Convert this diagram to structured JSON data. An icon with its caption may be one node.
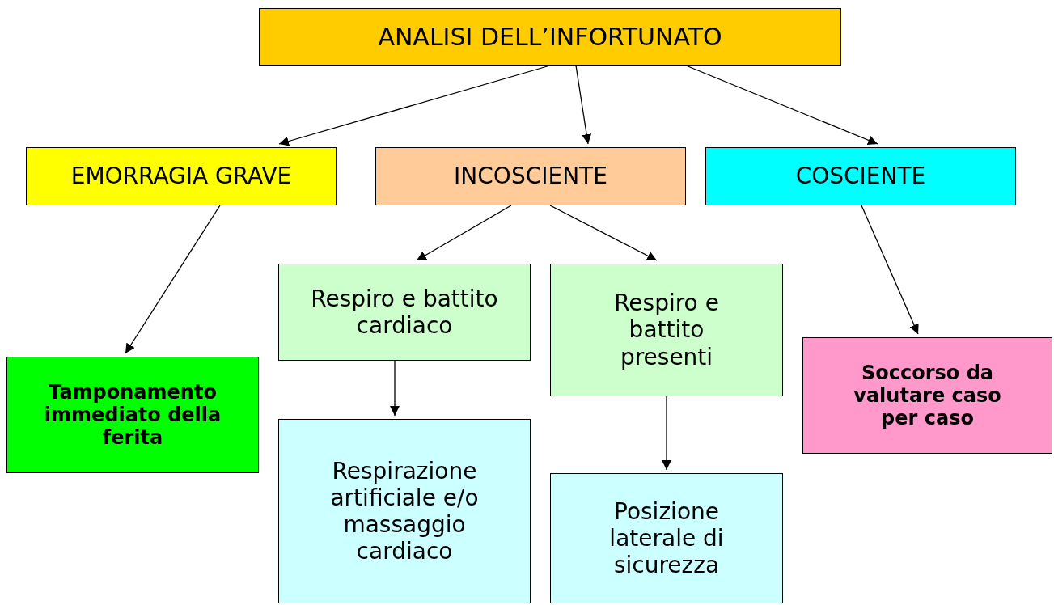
{
  "diagram": {
    "nodes": [
      {
        "text": [
          "ANALISI DELL’INFORTUNATO"
        ]
      },
      {
        "text": [
          "EMORRAGIA GRAVE"
        ]
      },
      {
        "text": [
          "INCOSCIENTE"
        ]
      },
      {
        "text": [
          "COSCIENTE"
        ]
      },
      {
        "text": [
          "Tamponamento immediato della ferita"
        ]
      },
      {
        "text": [
          "Respiro e battito cardiaco"
        ]
      },
      {
        "text": [
          "Respiro e battito presenti"
        ]
      },
      {
        "text": [
          "Soccorso da valutare caso per caso"
        ]
      },
      {
        "text": [
          "Respirazione artificiale e/o massaggio cardiaco"
        ]
      },
      {
        "text": [
          "Posizione laterale di sicurezza"
        ]
      }
    ],
    "edges": [
      {
        "from": 0,
        "to": 1,
        "arrow": "to"
      },
      {
        "from": 0,
        "to": 2,
        "arrow": "to"
      },
      {
        "from": 0,
        "to": 3,
        "arrow": "to"
      },
      {
        "from": 1,
        "to": 4,
        "arrow": "to"
      },
      {
        "from": 2,
        "to": 5,
        "arrow": "to"
      },
      {
        "from": 2,
        "to": 6,
        "arrow": "to"
      },
      {
        "from": 3,
        "to": 7,
        "arrow": "to"
      },
      {
        "from": 5,
        "to": 8,
        "arrow": "to"
      },
      {
        "from": 6,
        "to": 9,
        "arrow": "to"
      }
    ]
  }
}
